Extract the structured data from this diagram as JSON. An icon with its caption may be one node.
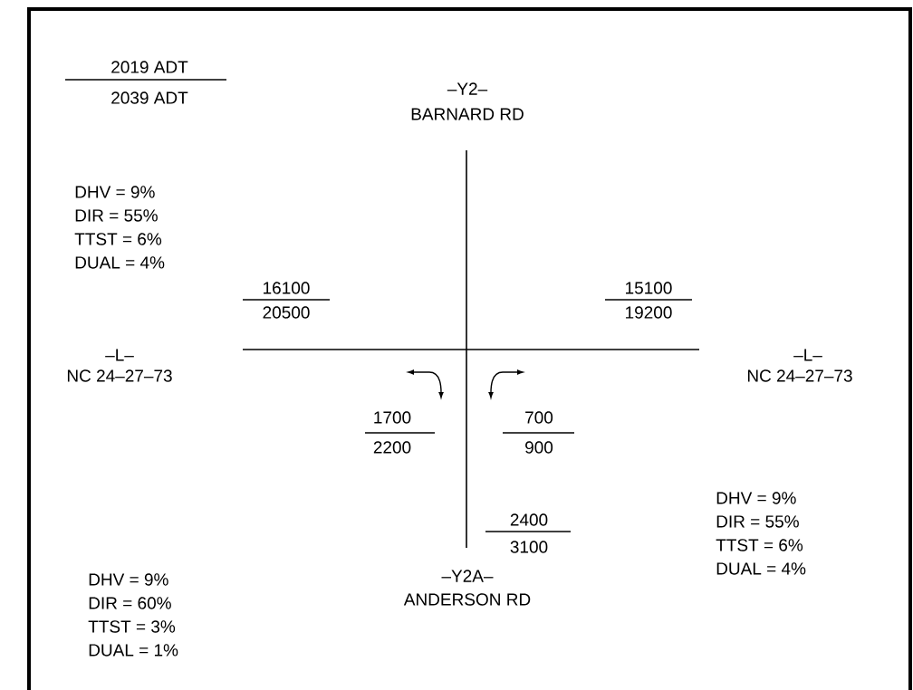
{
  "diagram": {
    "labels": [
      "2019 ADT",
      "–Y2–",
      "2039 ADT",
      "BARNARD RD",
      "DHV = 9%",
      "DIR = 55%",
      "TTST = 6%",
      "DUAL = 4%",
      "16100",
      "15100",
      "20500",
      "19200",
      "–L–",
      "–L–",
      "NC 24–27–73",
      "NC 24–27–73",
      "1700",
      "700",
      "2200",
      "900",
      "DHV = 9%",
      "DIR = 55%",
      "TTST = 6%",
      "DUAL = 4%",
      "2400",
      "3100",
      "DHV = 9%",
      "DIR = 60%",
      "TTST = 3%",
      "DUAL = 1%",
      "–Y2A–",
      "ANDERSON RD"
    ]
  }
}
